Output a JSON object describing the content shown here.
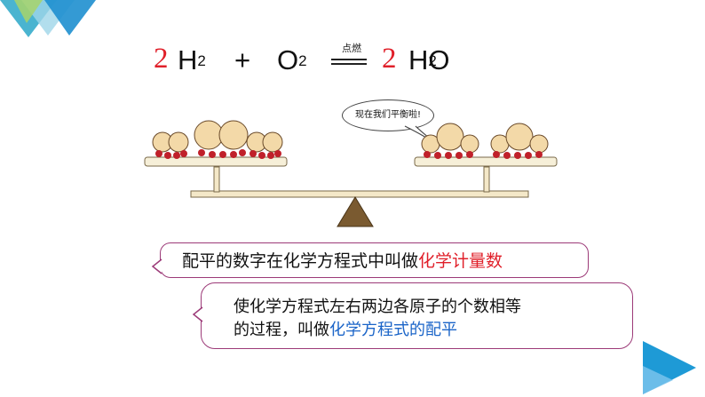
{
  "equation": {
    "coef_left": "2",
    "h_left": "H",
    "h_left_sub": "2",
    "plus": "+",
    "o": "O",
    "o_sub": "2",
    "condition": "点燃",
    "coef_right": "2",
    "h_right": "H",
    "h_right_sub": "2",
    "o_right": "O"
  },
  "speech": "现在我们平衡啦!",
  "note1": {
    "text": "配平的数字在化学方程式中叫做",
    "highlight": "化学计量数"
  },
  "note2": {
    "line1": "使化学方程式左右两边各原子的个数相等",
    "line2": "的过程，叫做",
    "highlight": "化学方程式的配平"
  },
  "colors": {
    "coefficient": "#e0202a",
    "highlight_red": "#e0202a",
    "highlight_blue": "#1a64c8",
    "callout_border": "#9c3a78",
    "corner_teal": "#2aa7c8",
    "corner_blue": "#1e9ad6",
    "corner_green": "#a8d46a"
  },
  "icons": {
    "corner_top_left": "decorative-triangles",
    "next_slide": "play-triangle-icon"
  }
}
